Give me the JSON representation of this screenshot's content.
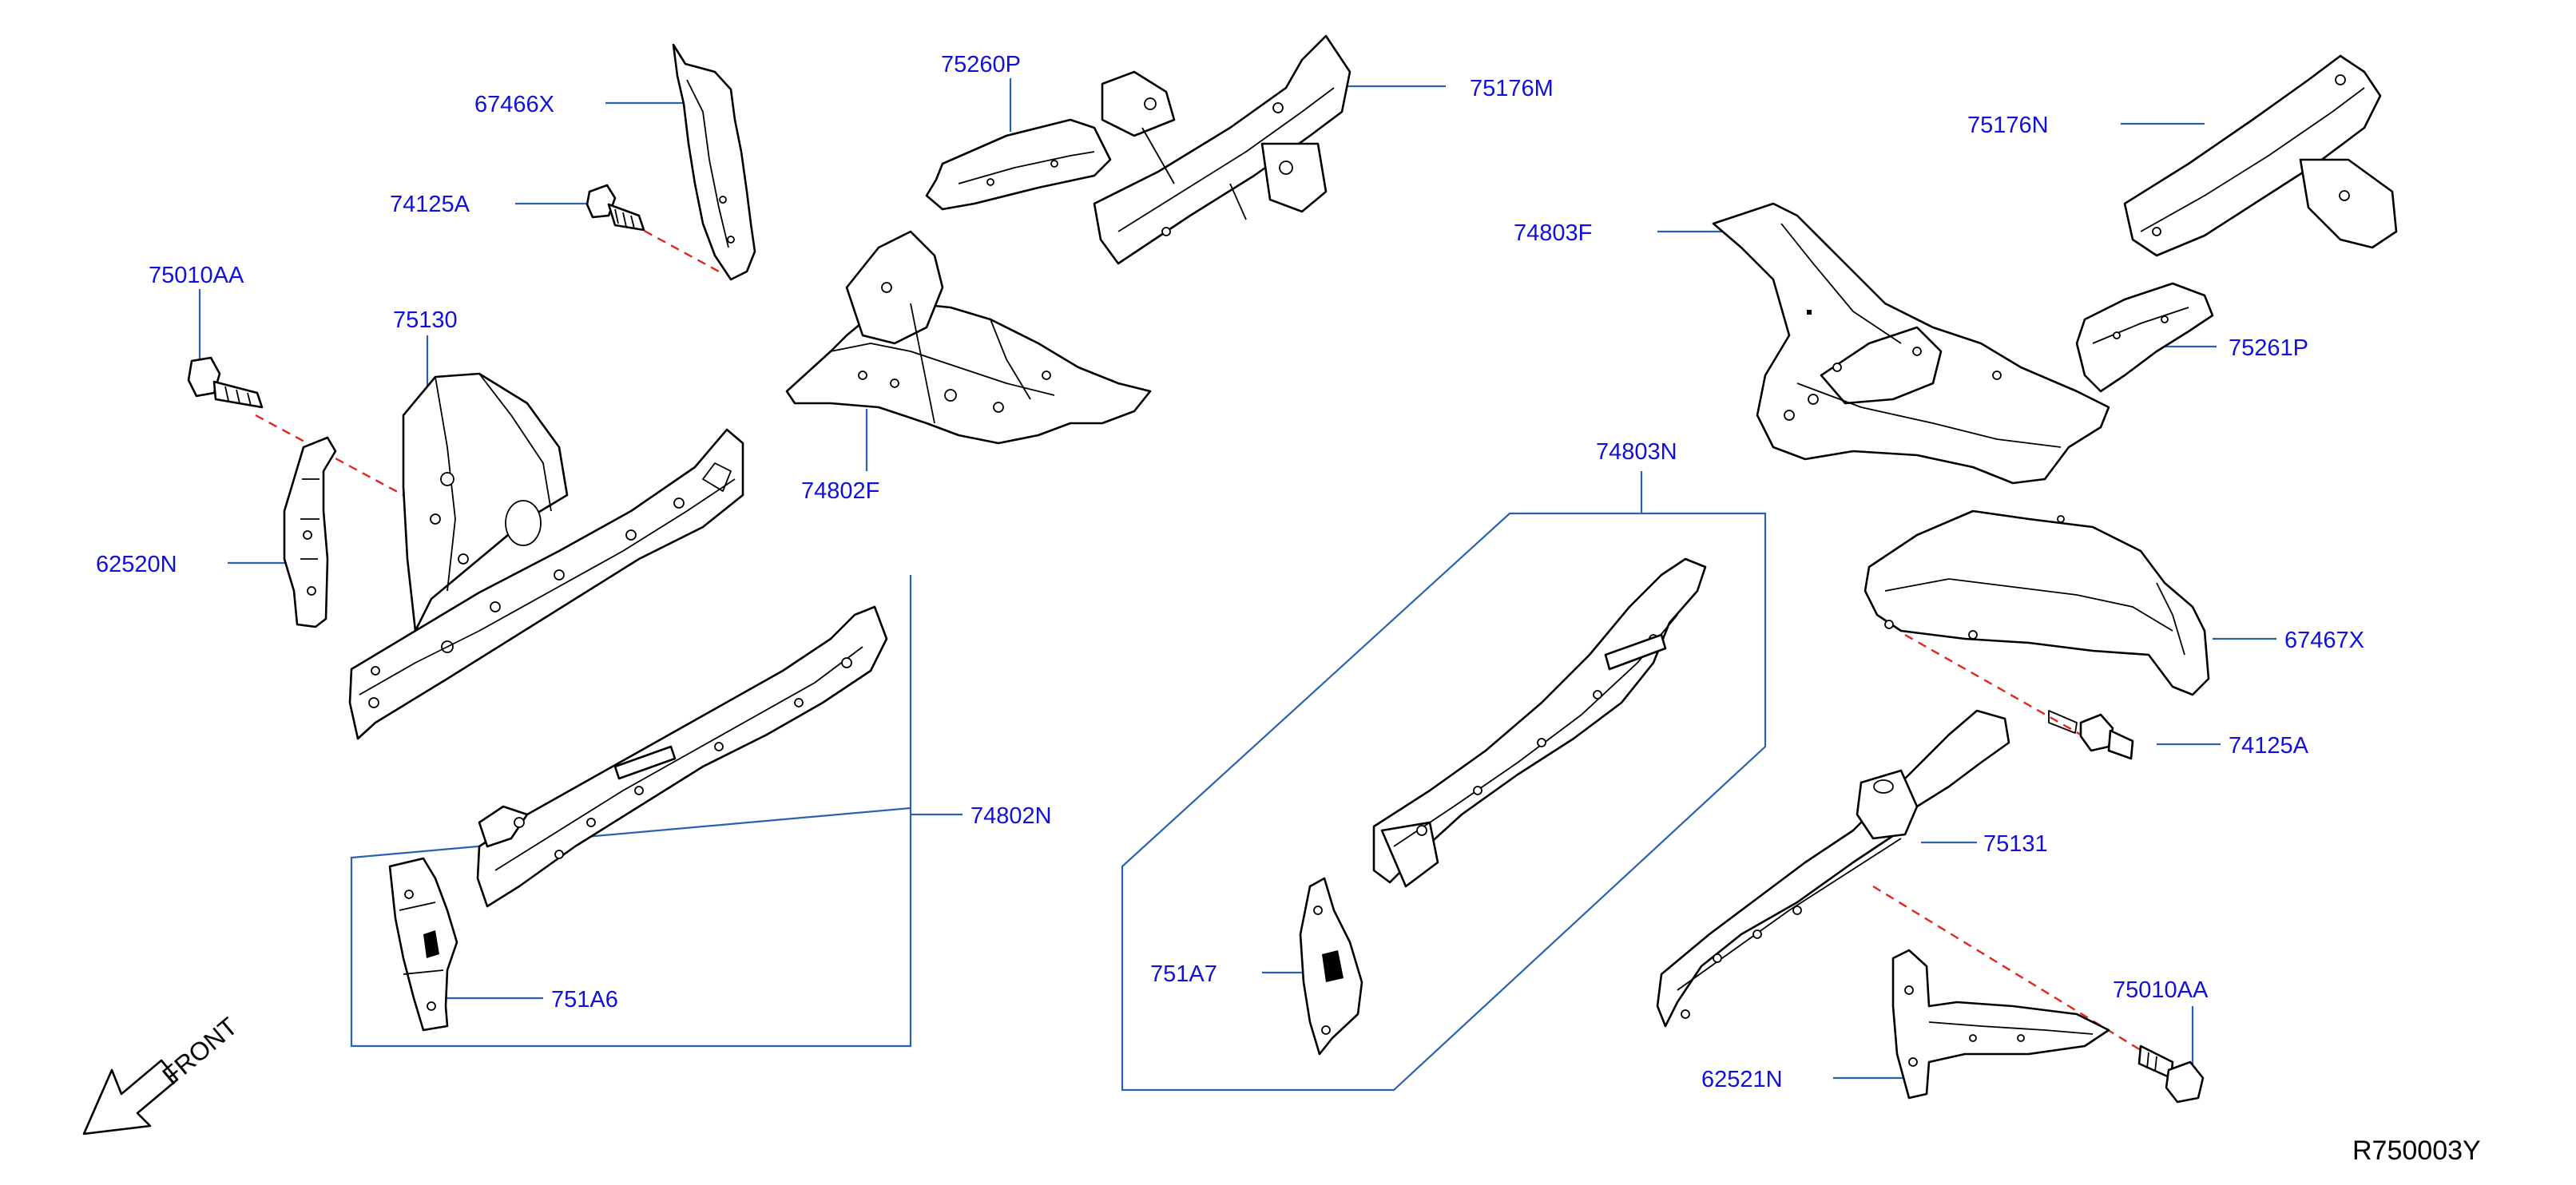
{
  "figure_code": "R750003Y",
  "front_label": "FRONT",
  "callouts": {
    "p67466X": "67466X",
    "p74125A_left": "74125A",
    "p75010AA_left": "75010AA",
    "p75130": "75130",
    "p62520N": "62520N",
    "p75260P": "75260P",
    "p75176M": "75176M",
    "p74802F": "74802F",
    "p74802N": "74802N",
    "p751A6": "751A6",
    "p75176N": "75176N",
    "p74803F": "74803F",
    "p75261P": "75261P",
    "p74803N": "74803N",
    "p67467X": "67467X",
    "p74125A_right": "74125A",
    "p75131": "75131",
    "p751A7": "751A7",
    "p75010AA_right": "75010AA",
    "p62521N": "62521N"
  },
  "colors": {
    "callout_text": "#1010d8",
    "leader_line": "#2a62b0",
    "fastener_dash": "#e2261c",
    "part_outline": "#000000",
    "background": "#ffffff"
  }
}
